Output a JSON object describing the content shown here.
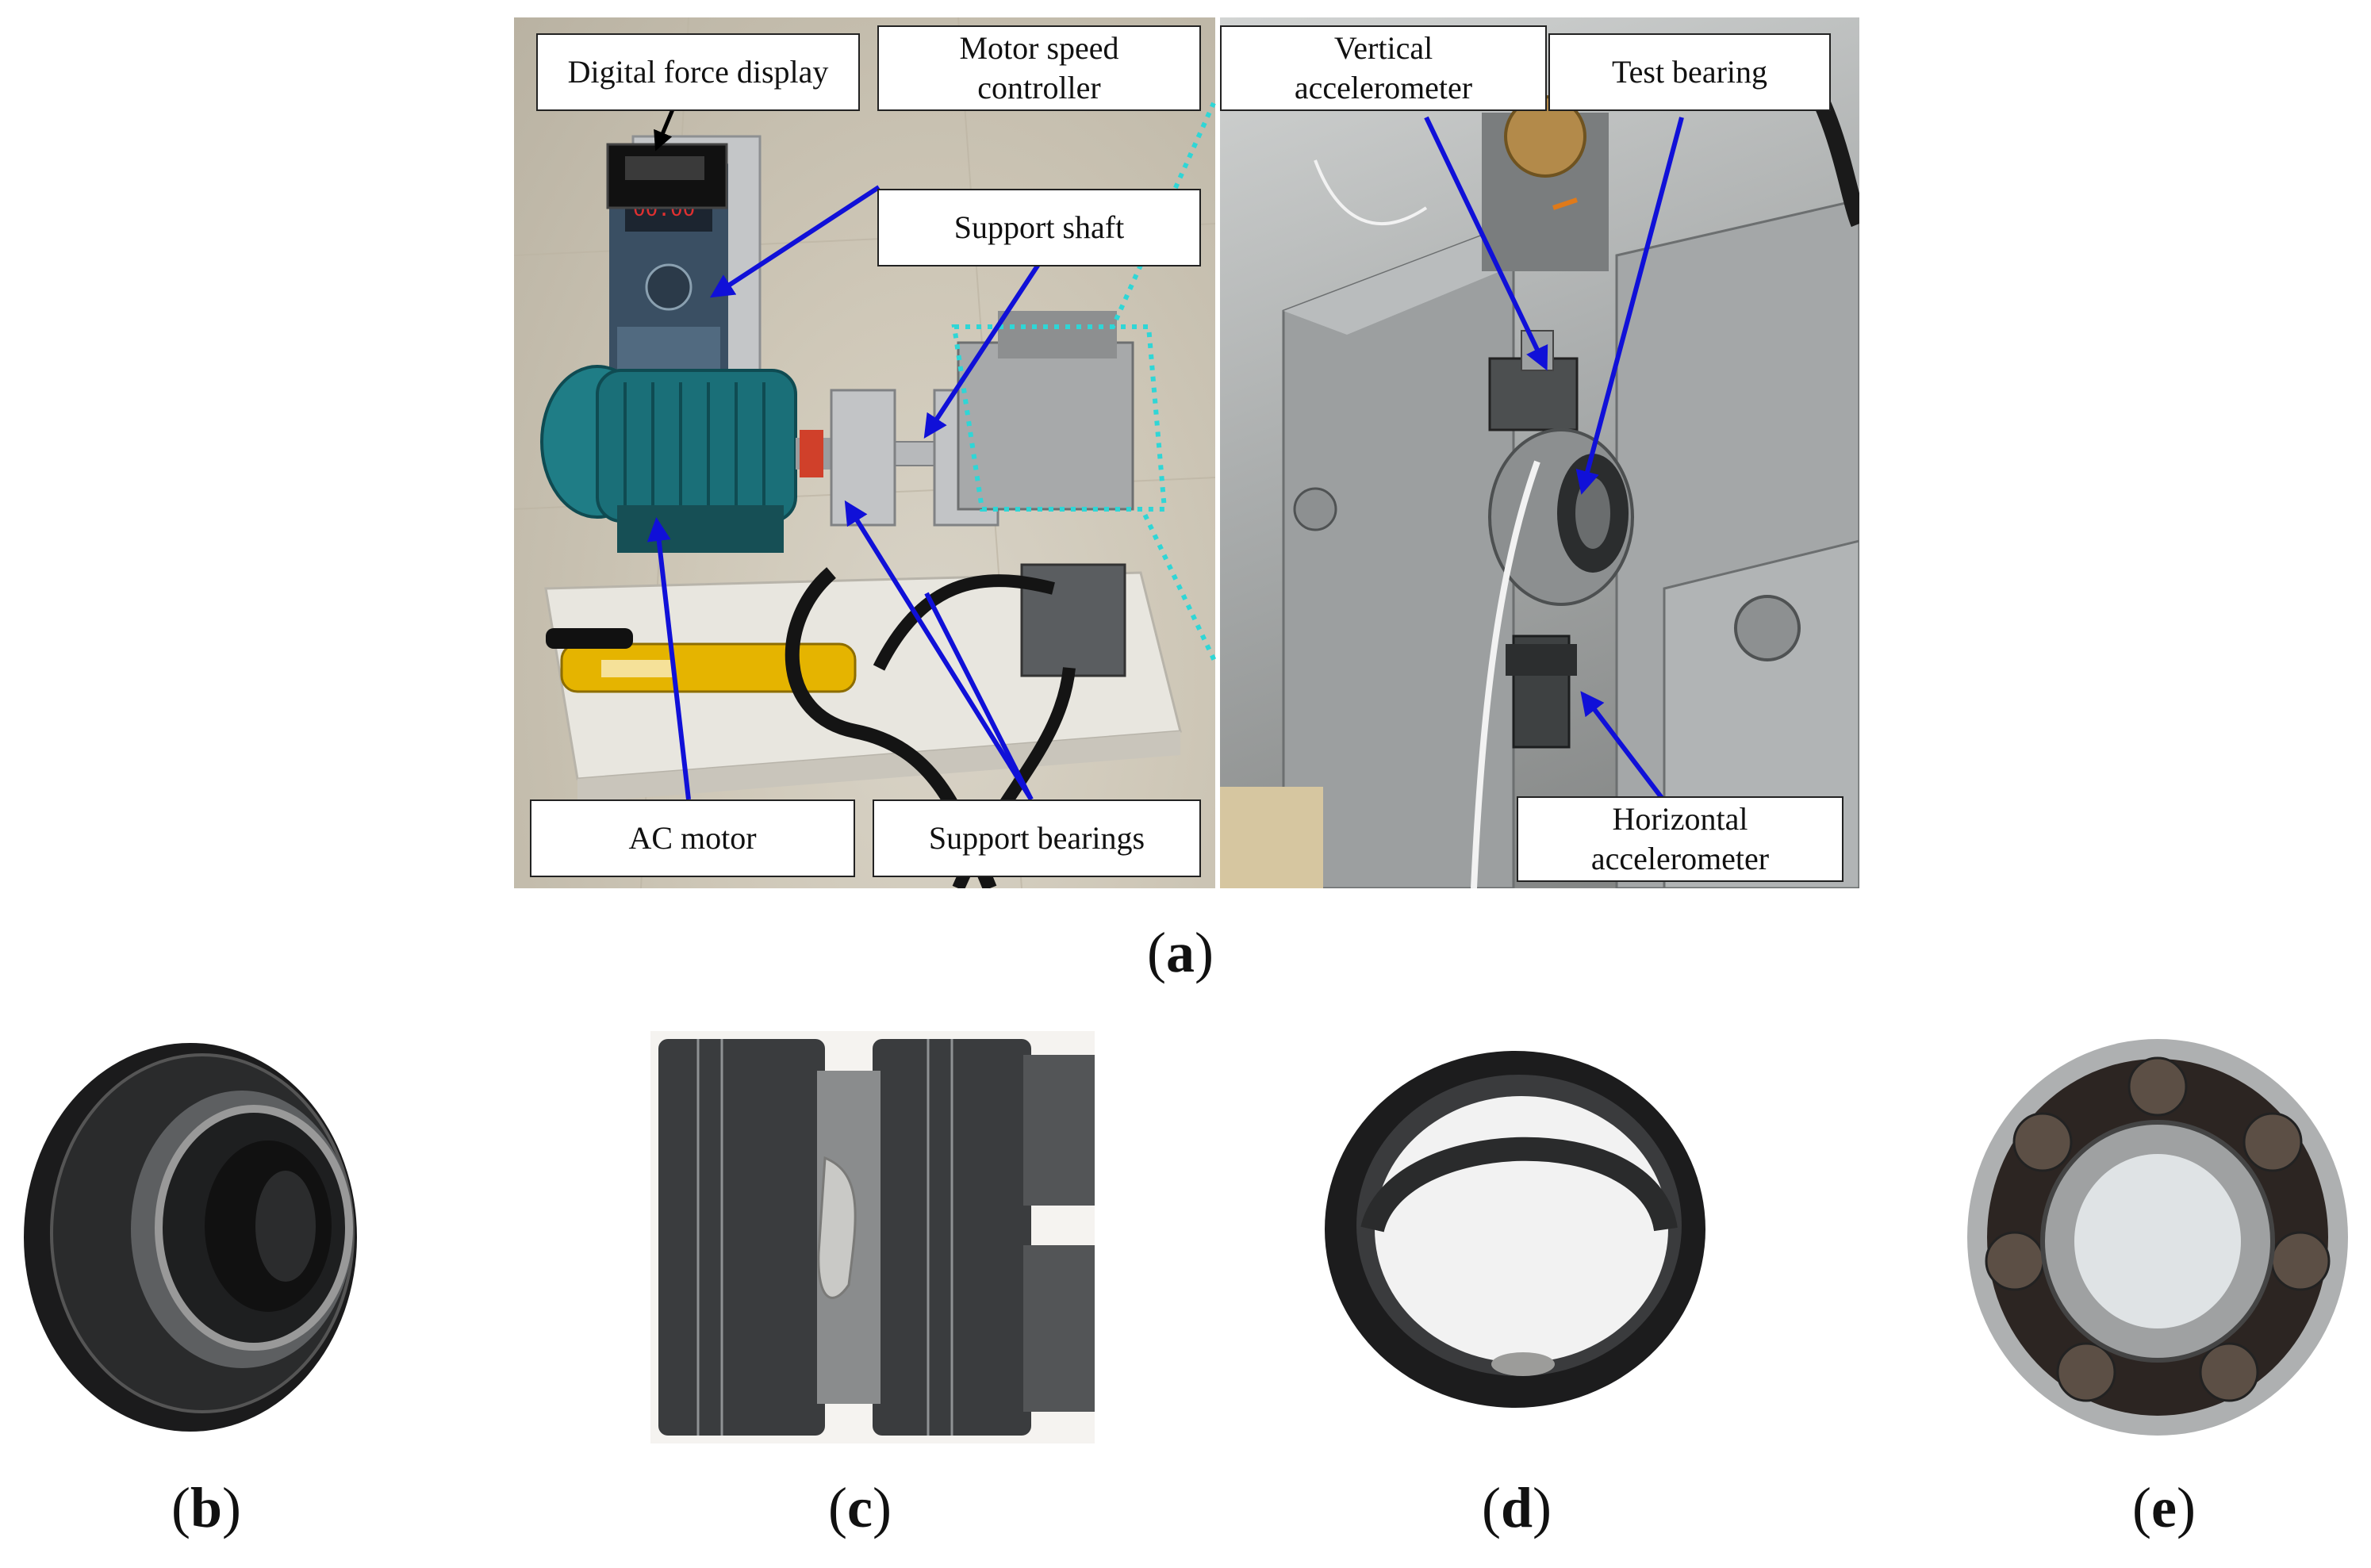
{
  "figure": {
    "panels": {
      "a": {
        "label_open": "(",
        "label_letter": "a",
        "label_close": ")"
      },
      "b": {
        "label_open": "(",
        "label_letter": "b",
        "label_close": ")"
      },
      "c": {
        "label_open": "(",
        "label_letter": "c",
        "label_close": ")"
      },
      "d": {
        "label_open": "(",
        "label_letter": "d",
        "label_close": ")"
      },
      "e": {
        "label_open": "(",
        "label_letter": "e",
        "label_close": ")"
      }
    },
    "callouts": {
      "digital_force_display": "Digital force display",
      "motor_speed_controller_1": "Motor speed",
      "motor_speed_controller_2": "controller",
      "support_shaft": "Support shaft",
      "ac_motor": "AC motor",
      "support_bearings": "Support bearings",
      "vertical_accelerometer_1": "Vertical",
      "vertical_accelerometer_2": "accelerometer",
      "test_bearing": "Test bearing",
      "horizontal_accelerometer_1": "Horizontal",
      "horizontal_accelerometer_2": "accelerometer"
    },
    "colors": {
      "arrow": "#1010d8",
      "zoom_outline": "#2fd6d6",
      "motor": "#1a6f78",
      "controller": "#3a4f63"
    }
  }
}
